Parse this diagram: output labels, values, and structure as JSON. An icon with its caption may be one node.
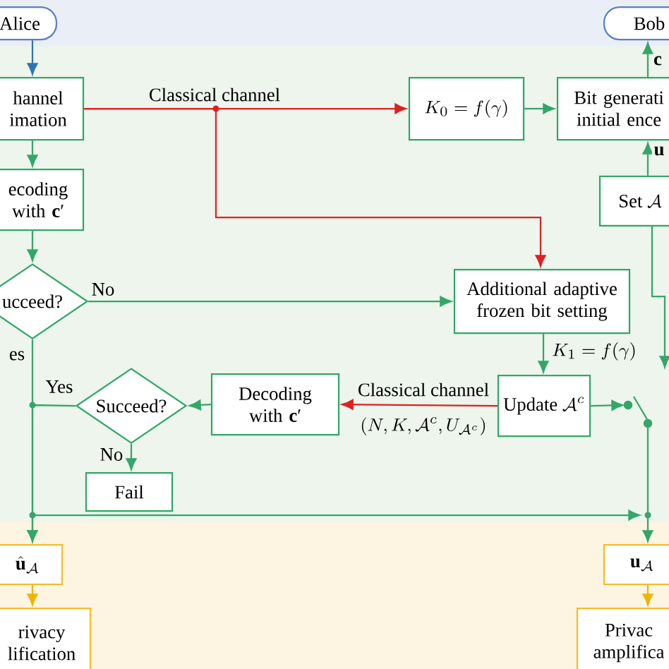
{
  "diagram": {
    "nodes": [
      {
        "text": [
          "Alice"
        ]
      },
      {
        "text": [
          "hannel imation"
        ]
      },
      {
        "text": [
          "ecoding with **c**′"
        ]
      },
      {
        "text": [
          "ucceed?"
        ]
      },
      {
        "text": [
          "K_0=f(\\gamma)"
        ]
      },
      {
        "text": [
          "Bob"
        ]
      },
      {
        "text": [
          "Bit generati initial ence"
        ]
      },
      {
        "text": [
          "\\mathrm{Set}\\ \\mathcal{A}"
        ]
      },
      {
        "text": [
          "Additional adaptive frozen bit setting"
        ]
      },
      {
        "text": [
          "\\mathrm{Update}\\ \\mathcal{A}^c"
        ]
      },
      {
        "text": [
          "Decoding with **c**′"
        ]
      },
      {
        "text": [
          "Succeed?"
        ]
      },
      {
        "text": [
          "Fail"
        ]
      },
      {
        "text": [],
        "shape": "switch"
      },
      {
        "text": [
          "\\hat{\\mathbf{u}}_{\\mathcal{A}}"
        ]
      },
      {
        "text": [
          "rivacy lification"
        ]
      },
      {
        "text": [
          "\\mathbf{u}_{\\mathcal{A}}"
        ]
      },
      {
        "text": [
          "Privac amplifica"
        ]
      }
    ],
    "edges": [
      {
        "from": 0,
        "to": 1,
        "arrow": "to",
        "color": "#2e75b6"
      },
      {
        "from": 1,
        "to": 2,
        "arrow": "to"
      },
      {
        "from": 2,
        "to": 3,
        "arrow": "to"
      },
      {
        "from": 1,
        "to": 4,
        "arrow": "to",
        "label": "Classical channel",
        "color": "#e02020"
      },
      {
        "from": 1,
        "to": 8,
        "arrow": "to",
        "color": "#e02020"
      },
      {
        "from": 4,
        "to": 6,
        "arrow": "to"
      },
      {
        "from": 6,
        "to": 5,
        "arrow": "to"
      },
      {
        "from": 7,
        "to": 6,
        "arrow": "to"
      },
      {
        "from": 3,
        "to": 8,
        "arrow": "to",
        "label": "No"
      },
      {
        "from": 3,
        "to": 14,
        "arrow": "to",
        "label": "es"
      },
      {
        "from": 8,
        "to": 9,
        "arrow": "to",
        "label": "K_1=f(\\gamma)"
      },
      {
        "from": 9,
        "to": 13,
        "arrow": "to"
      },
      {
        "from": 9,
        "to": 10,
        "arrow": "to",
        "label": "Classical channel",
        "color": "#e02020"
      },
      {
        "from": 10,
        "to": 11,
        "arrow": "to"
      },
      {
        "from": 11,
        "to": 14,
        "arrow": "to",
        "label": "Yes"
      },
      {
        "from": 11,
        "to": 12,
        "arrow": "to",
        "label": "No"
      },
      {
        "from": 13,
        "to": 16,
        "arrow": "to"
      },
      {
        "from": 3,
        "to": null,
        "arrow": "to"
      },
      {
        "from": 14,
        "to": 15,
        "arrow": "to",
        "color": "#f0b400"
      },
      {
        "from": 16,
        "to": 17,
        "arrow": "to",
        "color": "#f0b400"
      },
      {
        "from": 7,
        "to": null,
        "arrow": "to"
      }
    ],
    "labels": [
      "(N,K,\\mathcal{A}^c,U_{\\mathcal{A}^c})",
      "c",
      "u"
    ]
  }
}
